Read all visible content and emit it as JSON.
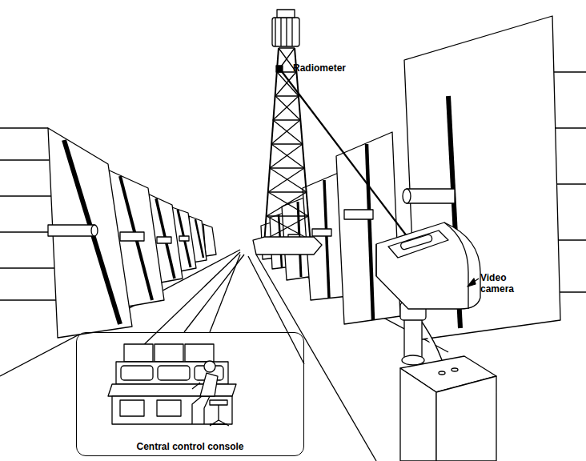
{
  "diagram": {
    "nodes": [
      {
        "text": [
          "Central control console"
        ]
      }
    ],
    "labels": [
      "Radiometer",
      "Video camera"
    ]
  }
}
